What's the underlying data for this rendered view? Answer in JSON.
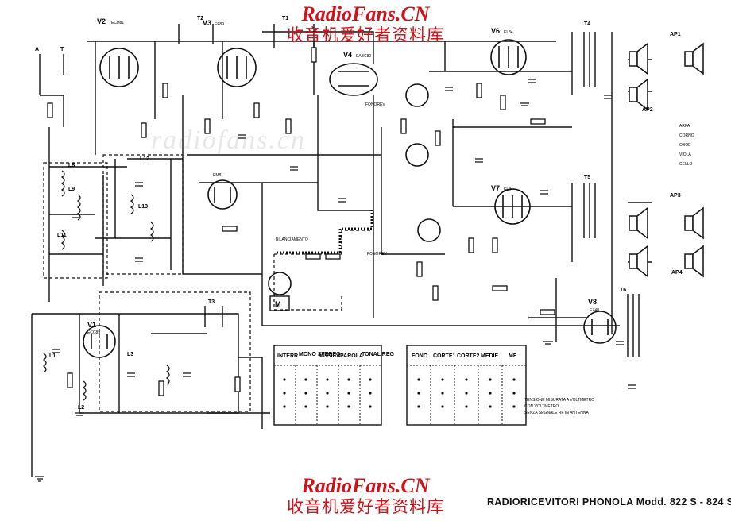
{
  "watermark": {
    "site": "RadioFans.CN",
    "chinese": "收音机爱好者资料库"
  },
  "caption": "RADIORICEVITORI PHONOLA Modd. 822 S - 824 S",
  "ghost_watermark": "radiofans.cn",
  "tubes": {
    "v1": "V1",
    "v1_type": "ECC85",
    "v2": "V2",
    "v2_type": "ECH81",
    "v3": "V3",
    "v3_type": "EF89",
    "v4": "V4",
    "v4_type": "EABC80",
    "v6": "V6",
    "v6_type": "EL84",
    "v7": "V7",
    "v7_type": "EL84",
    "v8": "V8",
    "v8_type": "EZ40",
    "eye": "EM81"
  },
  "speakers": {
    "ap1": "AP1",
    "ap2": "AP2",
    "ap3": "AP3",
    "ap4": "AP4"
  },
  "transformers": {
    "t1": "T1",
    "t2": "T2",
    "t3": "T3",
    "t4": "T4",
    "t5": "T5",
    "t6": "T6"
  },
  "antenna": {
    "a": "A",
    "t": "T"
  },
  "motor": "M",
  "section_label": "BILANCIAMENTO",
  "switch_left": [
    "INTERR",
    "MONO\nSTEREO",
    "MUSICA",
    "PAROLA",
    "TONAL\nREG"
  ],
  "switch_right": [
    "FONO",
    "CORTE1",
    "CORTE2",
    "MEDIE",
    "MF"
  ],
  "pickup_labels": [
    "FONOREV",
    "FONOREV"
  ],
  "registers": [
    "ARPA",
    "CORNO",
    "OBOE",
    "VIOLA",
    "CELLO"
  ],
  "notes": [
    "TENSIONE MISURATA A VOLTMETRO",
    "CON VOLTMETRO",
    "SENZA SEGNALE RF IN ANTENNA"
  ],
  "coils": {
    "l1": "L1",
    "l2": "L2",
    "l3": "L3",
    "l8": "L8",
    "l9": "L9",
    "l11": "L11",
    "l12": "L12",
    "l13": "L13"
  }
}
